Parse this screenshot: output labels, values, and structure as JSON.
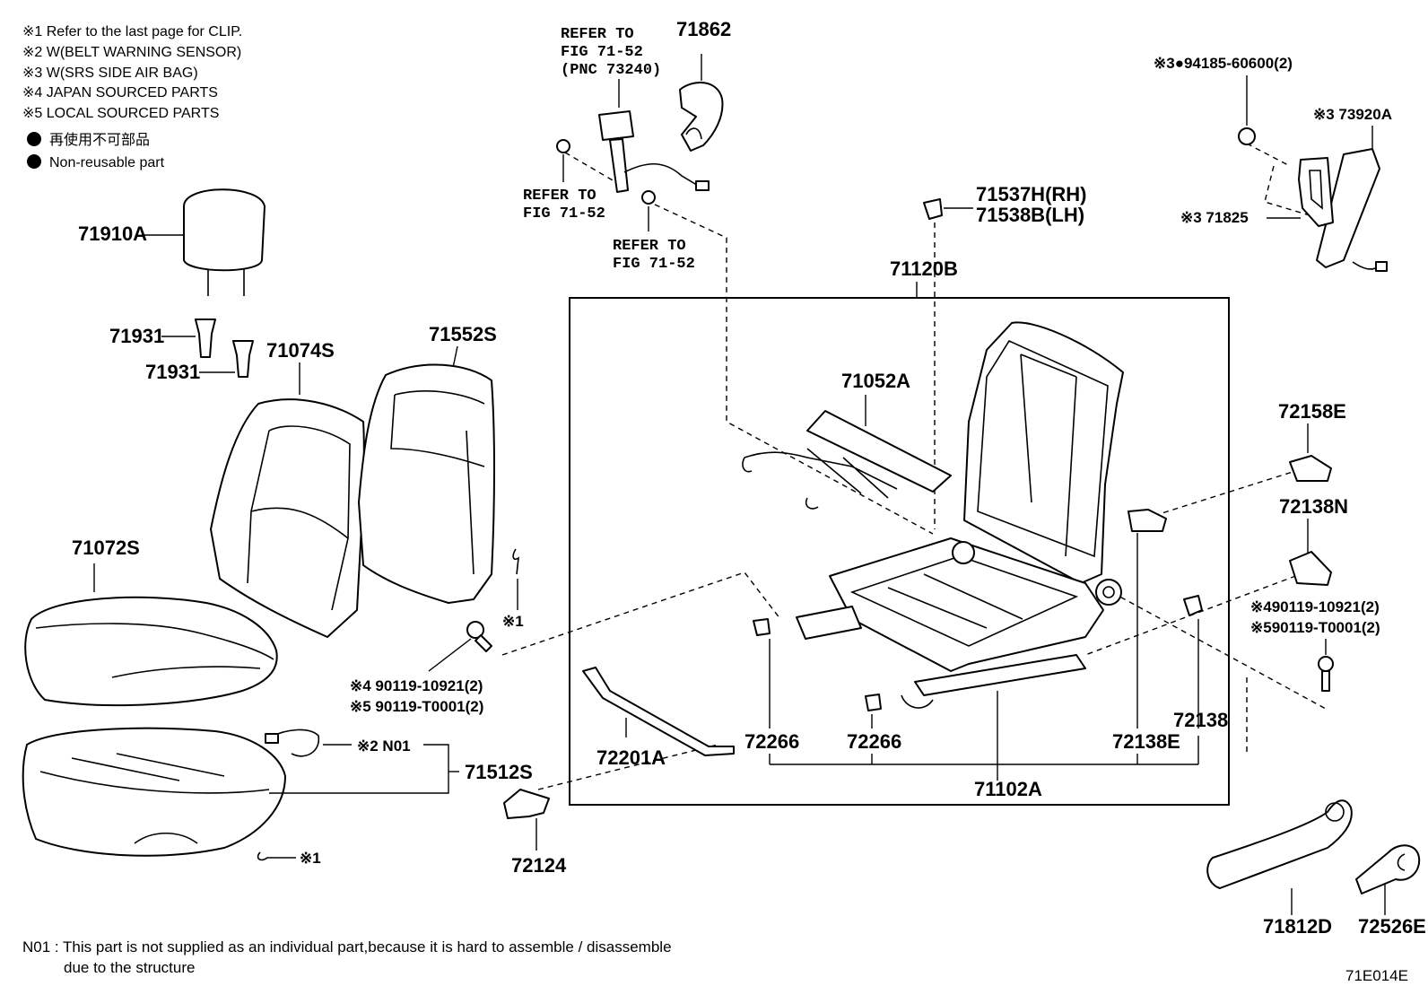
{
  "legend": {
    "items": [
      "※1  Refer to the last page for CLIP.",
      "※2  W(BELT WARNING SENSOR)",
      "※3  W(SRS SIDE AIR BAG)",
      "※4 JAPAN SOURCED PARTS",
      "※5 LOCAL SOURCED PARTS"
    ],
    "nonreusable_jp": "再使用不可部品",
    "nonreusable_en": "Non-reusable part"
  },
  "refs": {
    "ref_top_1": "REFER TO",
    "ref_top_2": "FIG 71-52",
    "ref_top_3": "(PNC 73240)",
    "ref_mid_1": "REFER TO",
    "ref_mid_2": "FIG 71-52",
    "ref_low_1": "REFER TO",
    "ref_low_2": "FIG 71-52"
  },
  "parts": {
    "p71862": "71862",
    "p94185": "※3●94185-60600(2)",
    "p73920A": "※3 73920A",
    "p71825": "※3 71825",
    "p71537H": "71537H(RH)",
    "p71538B": "71538B(LH)",
    "p71120B": "71120B",
    "p71910A": "71910A",
    "p71931a": "71931",
    "p71931b": "71931",
    "p71074S": "71074S",
    "p71552S": "71552S",
    "p71052A": "71052A",
    "p72158E": "72158E",
    "p72138N": "72138N",
    "p90119_right_a": "※490119-10921(2)",
    "p90119_right_b": "※590119-T0001(2)",
    "p71072S": "71072S",
    "clip_a": "※1",
    "p90119_left_a": "※4 90119-10921(2)",
    "p90119_left_b": "※5 90119-T0001(2)",
    "pN01": "※2 N01",
    "p71512S": "71512S",
    "p72201A": "72201A",
    "p72266a": "72266",
    "p72266b": "72266",
    "p72138E": "72138E",
    "p72138": "72138",
    "p71102A": "71102A",
    "clip_b": "※1",
    "p72124": "72124",
    "p71812D": "71812D",
    "p72526E": "72526E"
  },
  "footer": {
    "note_line1": "N01 : This part is not supplied as an individual part,because it is hard to assemble / disassemble",
    "note_line2": "due to the structure",
    "fig_code": "71E014E"
  }
}
